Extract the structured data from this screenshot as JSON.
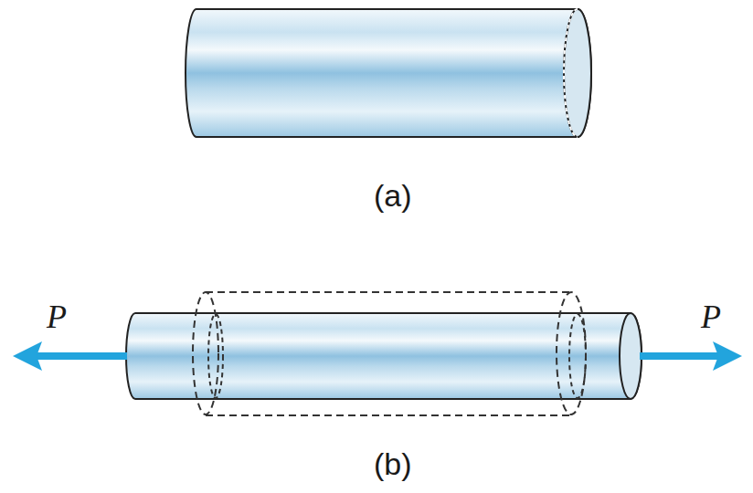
{
  "diagram": {
    "labels": [
      "(a)",
      "(b)",
      "P",
      "P"
    ]
  }
}
